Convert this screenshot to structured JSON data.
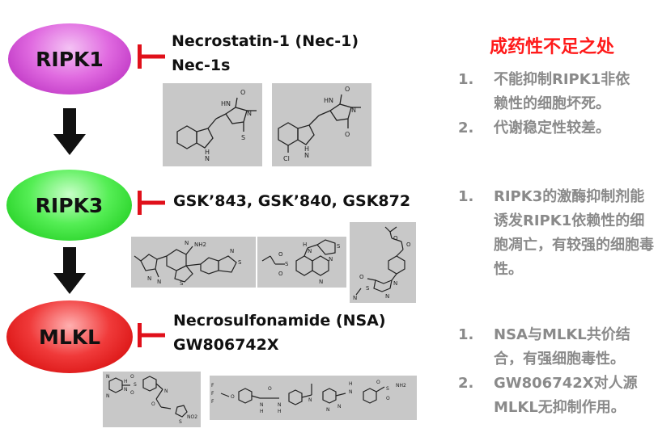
{
  "nodes": [
    {
      "label": "RIPK1",
      "color": "#c832d0"
    },
    {
      "label": "RIPK3",
      "color": "#22d822"
    },
    {
      "label": "MLKL",
      "color": "#e81010"
    }
  ],
  "inhibitors": {
    "ripk1": [
      "Necrostatin-1 (Nec-1)",
      "Nec-1s"
    ],
    "ripk3": [
      "GSK’843, GSK’840, GSK872"
    ],
    "mlkl": [
      "Necrosulfonamide (NSA)",
      "GW806742X"
    ]
  },
  "notes_title": "成药性不足之处",
  "notes": {
    "ripk1": [
      {
        "num": "1.",
        "text": "不能抑制RIPK1非依赖性的细胞坏死。"
      },
      {
        "num": "2.",
        "text": "代谢稳定性较差。"
      }
    ],
    "ripk3": [
      {
        "num": "1.",
        "text": "RIPK3的激酶抑制剂能诱发RIPK1依赖性的细胞凋亡，有较强的细胞毒性。"
      }
    ],
    "mlkl": [
      {
        "num": "1.",
        "text": "NSA与MLKL共价结合，有强细胞毒性。"
      },
      {
        "num": "2.",
        "text": "GW806742X对人源MLKL无抑制作用。"
      }
    ]
  },
  "structure_atom_labels": {
    "nec1": [
      "HN",
      "O",
      "N",
      "S",
      "H",
      "N"
    ],
    "nec1s": [
      "HN",
      "O",
      "N",
      "O",
      "H",
      "N",
      "Cl"
    ],
    "gsk843": [
      "N",
      "NH2",
      "S",
      "N",
      "N",
      "S",
      "N"
    ],
    "gsk840": [
      "O",
      "S",
      "O",
      "H",
      "N",
      "S",
      "N",
      "N"
    ],
    "gsk872": [
      "O",
      "O",
      "N",
      "N",
      "O",
      "N",
      "S"
    ],
    "nsa": [
      "N",
      "N",
      "O",
      "S",
      "O",
      "H",
      "N",
      "O",
      "N",
      "S",
      "NO2"
    ],
    "gw806742x": [
      "F",
      "F",
      "F",
      "O",
      "N",
      "N",
      "O",
      "H",
      "H",
      "N",
      "N",
      "N",
      "H",
      "N",
      "O",
      "S",
      "O",
      "NH2"
    ]
  },
  "colors": {
    "inhibitor_bar": "#e0101a",
    "notes_title": "#ff1a1a",
    "notes_text": "#8a8a8a",
    "structure_bg": "#c8c8c8"
  }
}
